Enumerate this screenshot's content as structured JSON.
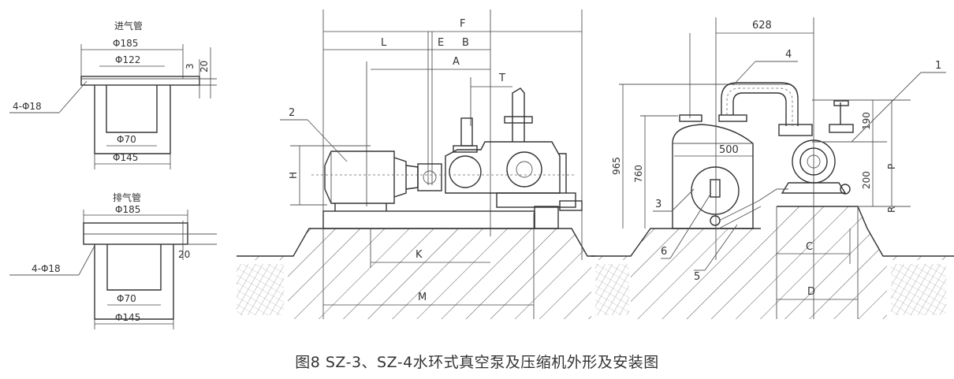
{
  "caption": "图8 SZ-3、SZ-4水环式真空泵及压缩机外形及安装图",
  "inlet_pipe": {
    "title": "进气管",
    "bolt": "4-Φ18",
    "d_outer": "Φ185",
    "d_bolt": "Φ122",
    "thk1": "3",
    "thk2": "20",
    "d_inner": "Φ70",
    "d_base": "Φ145"
  },
  "outlet_pipe": {
    "title": "排气管",
    "bolt": "4-Φ18",
    "d_outer": "Φ185",
    "thk": "20",
    "d_inner": "Φ70",
    "d_base": "Φ145"
  },
  "side_view": {
    "F": "F",
    "L": "L",
    "E": "E",
    "B": "B",
    "A": "A",
    "T": "T",
    "H": "H",
    "K": "K",
    "M": "M",
    "callout_2": "2"
  },
  "front_view": {
    "d628": "628",
    "d965": "965",
    "d760": "760",
    "d500": "500",
    "d190": "190",
    "d200": "200",
    "P": "P",
    "R": "R",
    "C": "C",
    "D": "D",
    "callouts": [
      "1",
      "4",
      "3",
      "6",
      "5"
    ]
  }
}
